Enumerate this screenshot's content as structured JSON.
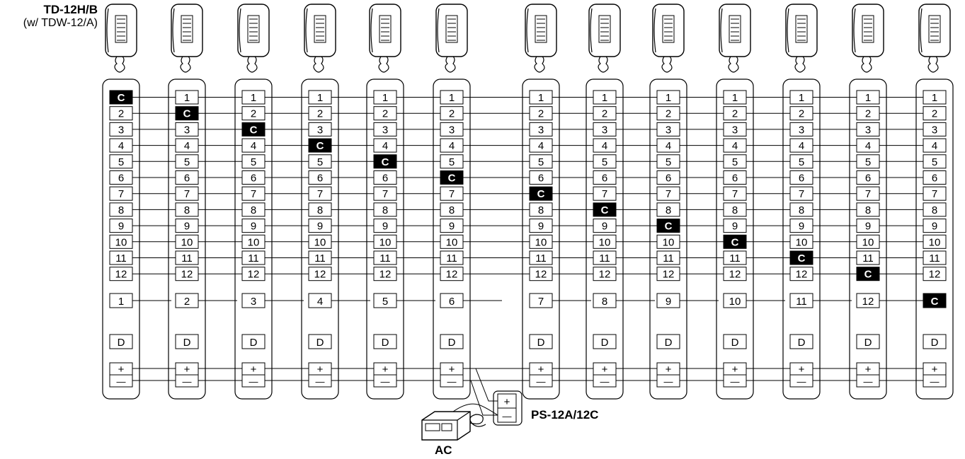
{
  "station_label": "TD-12H/B",
  "station_sublabel": "(w/ TDW-12/A)",
  "common_label": "C",
  "door_label": "D",
  "plus_label": "+",
  "minus_label": "—",
  "call_terminals": [
    "1",
    "2",
    "3",
    "4",
    "5",
    "6",
    "7",
    "8",
    "9",
    "10",
    "11",
    "12"
  ],
  "station_numbers": [
    "1",
    "2",
    "3",
    "4",
    "5",
    "6",
    "7",
    "8",
    "9",
    "10",
    "11",
    "12",
    "C"
  ],
  "power_supply": {
    "label": "PS-12A/12C",
    "ac_label": "AC",
    "plus": "+",
    "minus": "—"
  },
  "colors": {
    "line": "#000000",
    "fill_common": "#000000",
    "background": "#ffffff"
  }
}
